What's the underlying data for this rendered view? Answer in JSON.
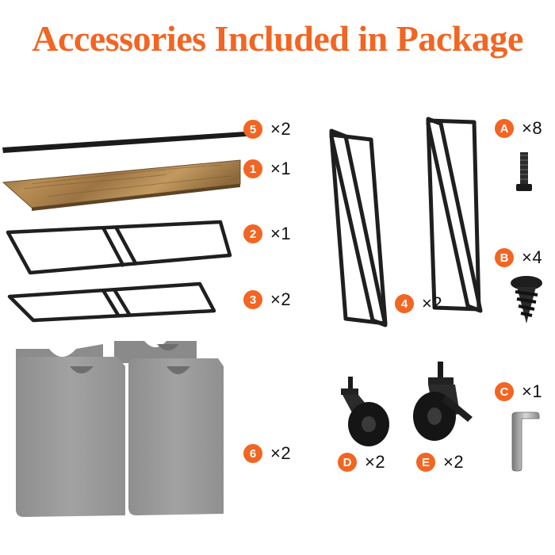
{
  "title": "Accessories Included in Package",
  "accent_color": "#f26522",
  "items": [
    {
      "badge": "5",
      "qty": "×2",
      "icon": "thin-bar-icon"
    },
    {
      "badge": "1",
      "qty": "×1",
      "icon": "wood-shelf-icon"
    },
    {
      "badge": "2",
      "qty": "×1",
      "icon": "shelf-frame-icon"
    },
    {
      "badge": "3",
      "qty": "×2",
      "icon": "bottom-frame-icon"
    },
    {
      "badge": "6",
      "qty": "×2",
      "icon": "laundry-bag-icon"
    },
    {
      "badge": "4",
      "qty": "×2",
      "icon": "side-frame-icon"
    },
    {
      "badge": "A",
      "qty": "×8",
      "icon": "bolt-icon"
    },
    {
      "badge": "B",
      "qty": "×4",
      "icon": "screw-icon"
    },
    {
      "badge": "C",
      "qty": "×1",
      "icon": "allen-key-icon"
    },
    {
      "badge": "D",
      "qty": "×2",
      "icon": "caster-wheel-icon"
    },
    {
      "badge": "E",
      "qty": "×2",
      "icon": "locking-caster-icon"
    }
  ]
}
